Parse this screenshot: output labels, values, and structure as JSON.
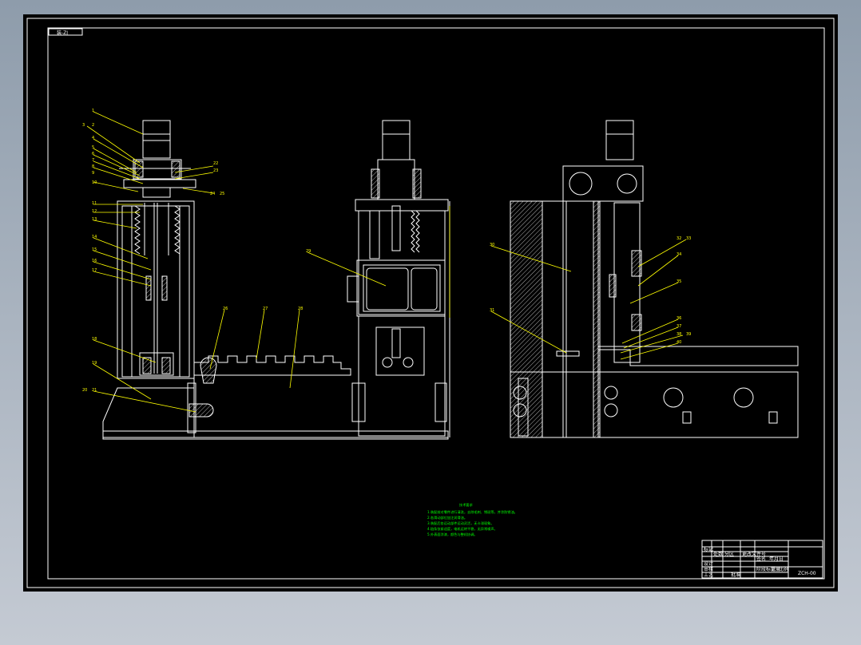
{
  "drawing": {
    "sheet_tag": "装-ZJ",
    "tech_notes_title": "技术要求",
    "tech_notes": [
      "1.装配前对零件进行清洗，去除毛刺、锈斑等，并涂防锈油。",
      "2.各滑动部位加注润滑油。",
      "3.装配后各运动部件运动灵活，无卡滞现象。",
      "4.链条张紧适度，电机运转平稳，无异常噪声。",
      "5.外表面涂漆，颜色与整机协调。"
    ],
    "balloon_labels": [
      "1",
      "2",
      "3",
      "4",
      "5",
      "6",
      "7",
      "8",
      "9",
      "10",
      "11",
      "12",
      "13",
      "14",
      "15",
      "16",
      "17",
      "18",
      "19",
      "20",
      "21",
      "22",
      "23",
      "24",
      "25",
      "26",
      "27",
      "28",
      "29",
      "30",
      "31",
      "32",
      "33",
      "34",
      "35",
      "36",
      "37",
      "38",
      "39",
      "40"
    ],
    "title_block": {
      "drawing_no": "ZCH-00",
      "rows": [
        "标记",
        "处数",
        "分区",
        "更改文件号",
        "签名",
        "年月日"
      ],
      "design": "设计",
      "check": "审核",
      "process": "工艺",
      "approve": "批准",
      "stage": "阶段标记",
      "weight": "重量",
      "scale": "比例"
    }
  },
  "colors": {
    "background": "#000000",
    "lines": "#ffffff",
    "leaders": "#ffff00",
    "notes": "#00ff00"
  }
}
